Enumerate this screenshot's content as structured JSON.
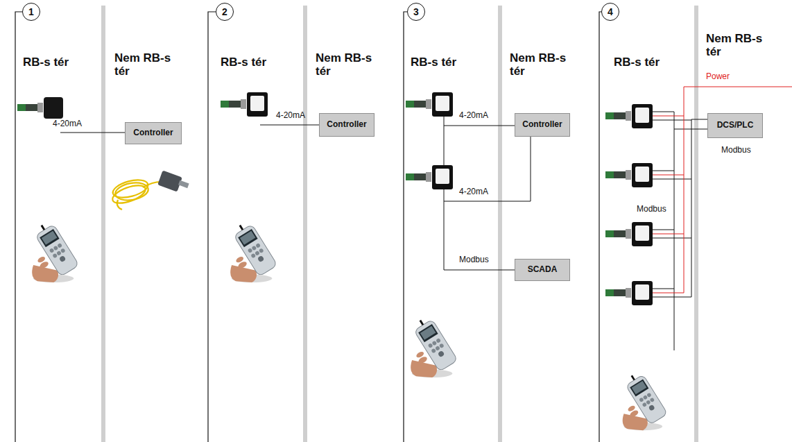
{
  "diagram": {
    "nodes": [
      {
        "text": [
          "1"
        ]
      },
      {
        "text": [
          "Controller"
        ]
      },
      {
        "text": [
          "2"
        ]
      },
      {
        "text": [
          "Controller"
        ]
      },
      {
        "text": [
          "3"
        ]
      },
      {
        "text": [
          "Controller"
        ]
      },
      {
        "text": [
          "SCADA"
        ]
      },
      {
        "text": [
          "4"
        ]
      },
      {
        "text": [
          "DCS/PLC"
        ]
      }
    ],
    "labels": [
      "RB-s tér",
      "Nem RB-s tér",
      "4-20mA",
      "RB-s tér",
      "Nem RB-s tér",
      "4-20mA",
      "RB-s tér",
      "Nem RB-s tér",
      "4-20mA",
      "4-20mA",
      "Modbus",
      "RB-s tér",
      "Nem RB-s tér",
      "Power",
      "Modbus",
      "Modbus"
    ]
  }
}
